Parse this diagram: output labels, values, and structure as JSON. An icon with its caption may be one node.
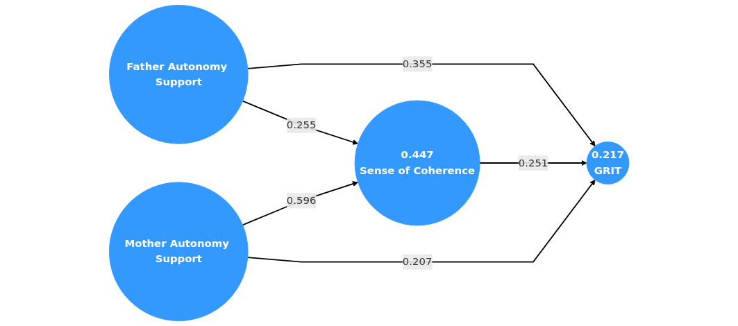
{
  "diagram": {
    "nodes": [
      {
        "text": [
          "Father Autonomy Support"
        ]
      },
      {
        "text": [
          "0.447",
          "Sense of Coherence"
        ]
      },
      {
        "text": [
          "0.217",
          "GRIT"
        ]
      },
      {
        "text": [
          "Mother Autonomy Support"
        ]
      }
    ],
    "edges": [
      {
        "from": 0,
        "to": 1,
        "arrow": "to",
        "label": "0.255"
      },
      {
        "from": 0,
        "to": 2,
        "arrow": "to",
        "label": "0.355"
      },
      {
        "from": 1,
        "to": 2,
        "arrow": "to",
        "label": "0.251"
      },
      {
        "from": 3,
        "to": 1,
        "arrow": "to",
        "label": "0.596"
      },
      {
        "from": 3,
        "to": 2,
        "arrow": "to",
        "label": "0.207"
      }
    ]
  }
}
